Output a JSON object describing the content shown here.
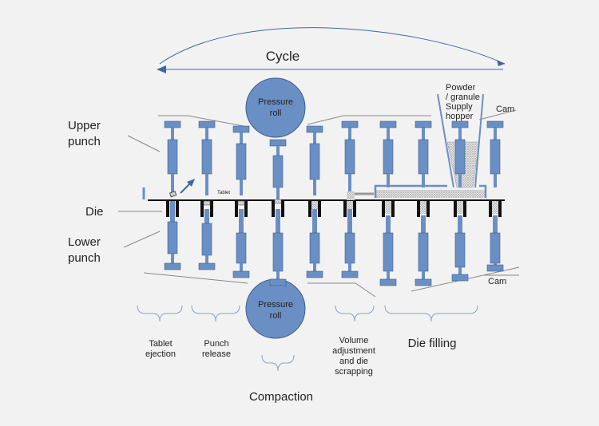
{
  "labels": {
    "cycle": "Cycle",
    "upper_punch": [
      "Upper",
      "punch"
    ],
    "die": "Die",
    "lower_punch": [
      "Lower",
      "punch"
    ],
    "pressure_roll": [
      "Pressure",
      "roll"
    ],
    "hopper": [
      "Powder",
      "/ granule",
      "Supply",
      "hopper"
    ],
    "cam_upper": "Cam",
    "cam_lower": "Cam",
    "tablet": "Tablet",
    "stages": {
      "tablet_ejection": [
        "Tablet",
        "ejection"
      ],
      "punch_release": [
        "Punch",
        "release"
      ],
      "compaction": "Compaction",
      "volume_adjustment": [
        "Volume",
        "adjustment",
        "and die",
        "scrapping"
      ],
      "die_filling": "Die filling"
    }
  },
  "colors": {
    "punch": "#6a8fc4",
    "punch_stroke": "#3d5f8f",
    "roll": "#6a8fc4",
    "arrow": "#3d66a8",
    "line": "#7a7a7a",
    "brace": "#8aa3c4",
    "die": "#111111",
    "powder": "#aaaaaa"
  }
}
